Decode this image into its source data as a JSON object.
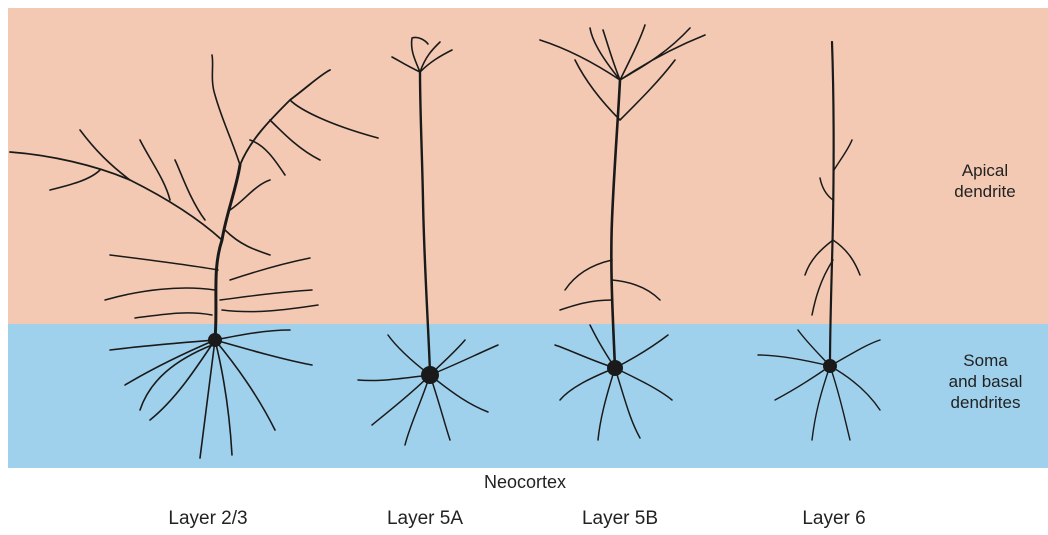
{
  "regions": {
    "apical": [
      "Apical",
      "dendrite"
    ],
    "soma": [
      "Soma",
      "and basal",
      "dendrites"
    ]
  },
  "cortex_label": "Neocortex",
  "layers": [
    "Layer 2/3",
    "Layer 5A",
    "Layer 5B",
    "Layer 6"
  ],
  "colors": {
    "apical_band": "#f3c9b3",
    "soma_band": "#9fd1ec",
    "neuron": "#1a1a1a"
  }
}
